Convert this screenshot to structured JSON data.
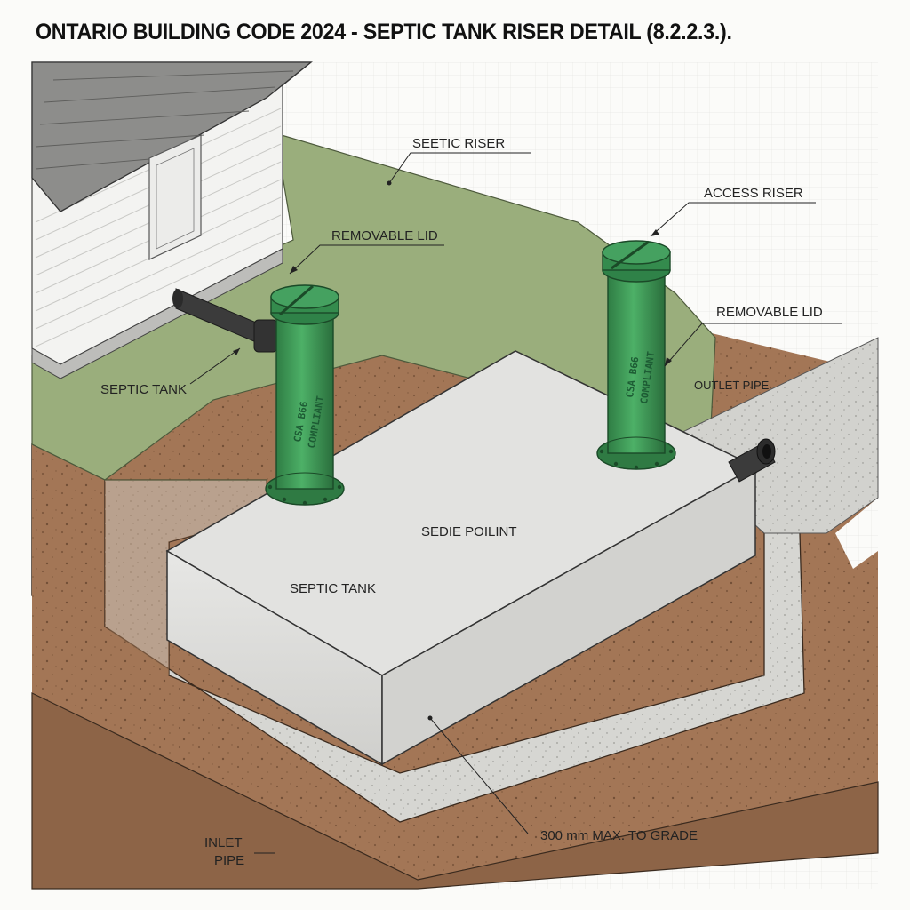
{
  "title": "ONTARIO BUILDING CODE 2024 - SEPTIC TANK RISER DETAIL (8.2.2.3.).",
  "labels": {
    "septic_riser": "SEETIC RISER",
    "access_riser": "ACCESS RISER",
    "removable_lid_left": "REMOVABLE LID",
    "removable_lid_right": "REMOVABLE LID",
    "septic_tank_left": "SEPTIC TANK",
    "outlet_pipe": "OUTLET PIPE",
    "tank_top": "SEDIE POILINT",
    "tank_front": "SEPTIC TANK",
    "clearance": "300 mm MAX. TO GRADE",
    "inlet_pipe_line1": "INLET",
    "inlet_pipe_line2": "PIPE"
  },
  "stamps": {
    "left_line1": "CSA B66",
    "left_line2": "COMPLIANT",
    "right_line1": "CSA B66",
    "right_line2": "COMPLIANT"
  },
  "colors": {
    "riser_green": "#3f9a56",
    "grass": "#9aae7c",
    "soil": "#a37656",
    "gravel": "#d6d6d2",
    "concrete": "#dcdcda",
    "pipe": "#3b3b3b"
  }
}
